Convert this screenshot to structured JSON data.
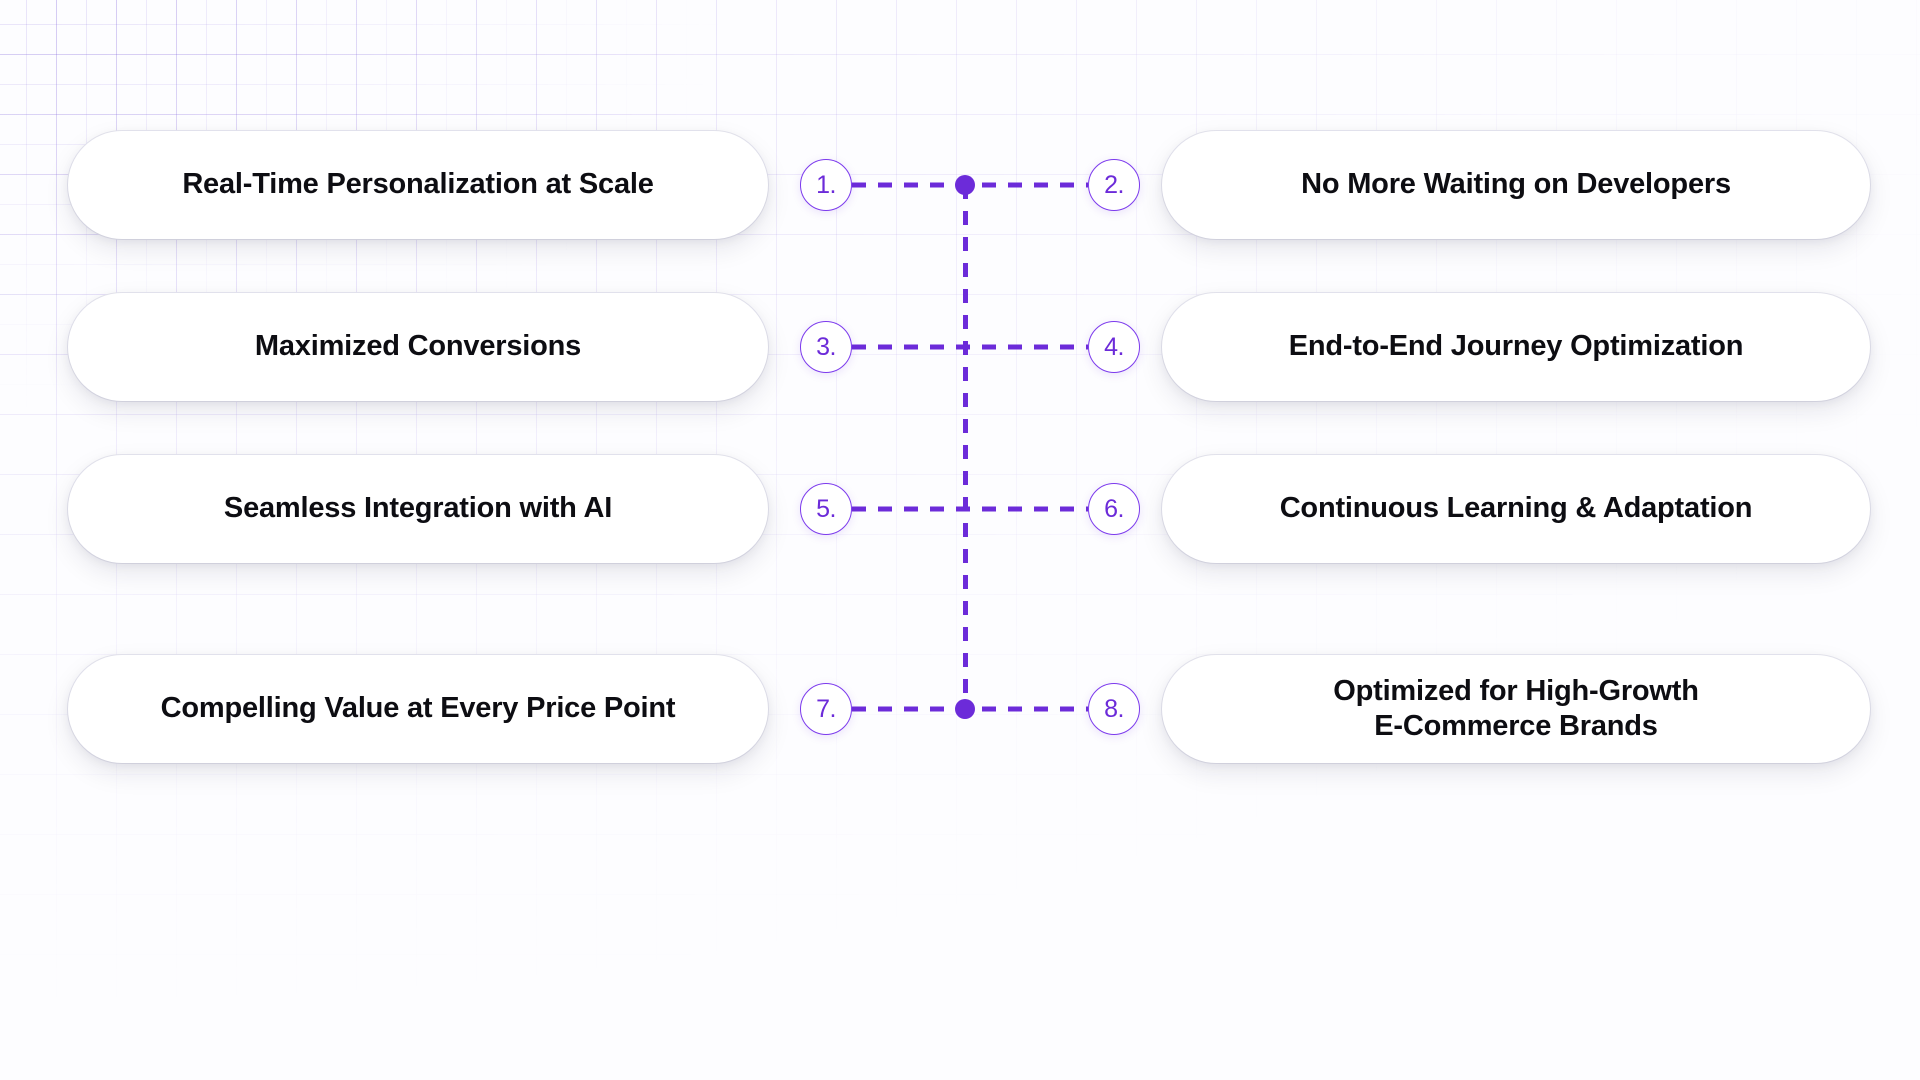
{
  "theme": {
    "accent": "#6c2bd9",
    "accent_light": "#7c3aed",
    "card_bg": "#ffffff",
    "text": "#0d0d12",
    "background": "#fdfdff",
    "grid_line": "#7c5cdc"
  },
  "diagram": {
    "type": "two-column-connector-list",
    "row_count": 4,
    "item_count": 8,
    "rows": [
      {
        "left": {
          "marker": "1.",
          "label": "Real-Time Personalization at Scale"
        },
        "right": {
          "marker": "2.",
          "label": "No More Waiting on Developers"
        },
        "has_center_node": true
      },
      {
        "left": {
          "marker": "3.",
          "label": "Maximized Conversions"
        },
        "right": {
          "marker": "4.",
          "label": "End-to-End Journey Optimization"
        },
        "has_center_node": false
      },
      {
        "left": {
          "marker": "5.",
          "label": "Seamless Integration with AI"
        },
        "right": {
          "marker": "6.",
          "label": "Continuous Learning & Adaptation"
        },
        "has_center_node": false
      },
      {
        "left": {
          "marker": "7.",
          "label": "Compelling Value at Every Price Point"
        },
        "right": {
          "marker": "8.",
          "label": "Optimized for High-Growth\nE-Commerce Brands"
        },
        "has_center_node": true
      }
    ]
  }
}
